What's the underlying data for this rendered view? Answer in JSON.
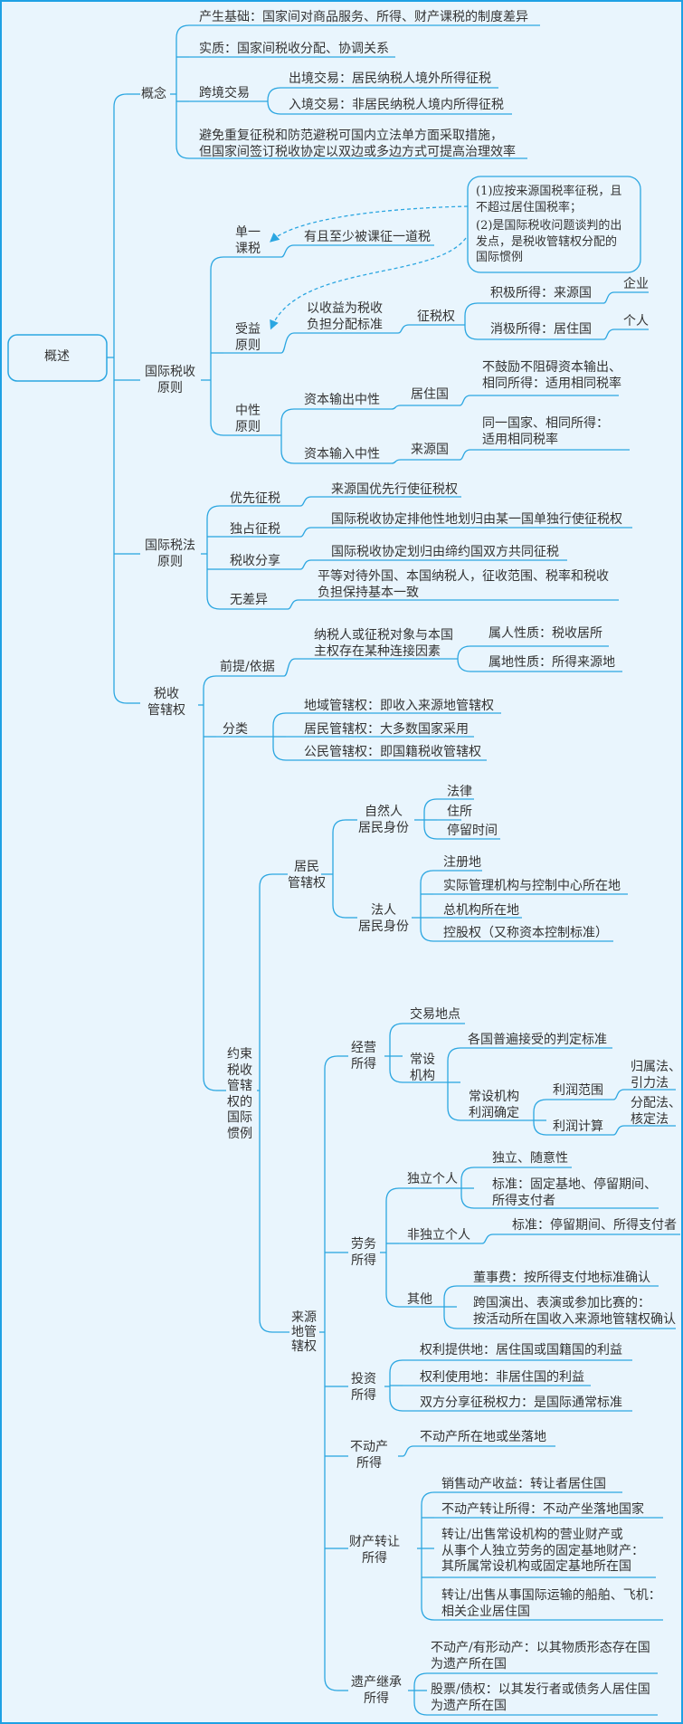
{
  "root": "概述",
  "concept": {
    "label": "概念",
    "basis": "产生基础：国家间对商品服务、所得、财产课税的制度差异",
    "essence": "实质：国家间税收分配、协调关系",
    "cross_border": "跨境交易",
    "outbound": "出境交易：居民纳税人境外所得征税",
    "inbound": "入境交易：非居民纳税人境内所得征税",
    "avoid": "避免重复征税和防范避税可国内立法单方面采取措施，\n但国家间签订税收协定以双边或多边方式可提高治理效率"
  },
  "tax_principles": {
    "label": "国际税收\n原则",
    "single": "单一\n课税",
    "single_desc": "有且至少被课征一道税",
    "benefit": "受益\n原则",
    "benefit_desc": "以收益为税收\n负担分配标准",
    "taxing_right": "征税权",
    "active": "积极所得：来源国",
    "enterprise": "企业",
    "passive": "消极所得：居住国",
    "individual": "个人",
    "neutral": "中性\n原则",
    "cen": "资本输出中性",
    "residence_country": "居住国",
    "cen_desc": "不鼓励不阻碍资本输出、\n相同所得：适用相同税率",
    "cin": "资本输入中性",
    "source_country": "来源国",
    "cin_desc": "同一国家、相同所得：\n适用相同税率",
    "callout_1": "(1)应按来源国税率征税，且\n不超过居住国税率；",
    "callout_2": "(2)是国际税收问题谈判的出\n发点，是税收管辖权分配的\n国际惯例"
  },
  "tax_law_principles": {
    "label": "国际税法\n原则",
    "items": [
      {
        "name": "优先征税",
        "desc": "来源国优先行使征税权"
      },
      {
        "name": "独占征税",
        "desc": "国际税收协定排他性地划归由某一国单独行使征税权"
      },
      {
        "name": "税收分享",
        "desc": "国际税收协定划归由缔约国双方共同征税"
      },
      {
        "name": "无差异",
        "desc": "平等对待外国、本国纳税人，征收范围、税率和税收\n负担保持基本一致"
      }
    ]
  },
  "jurisdiction": {
    "label": "税收\n管辖权",
    "premise": "前提/依据",
    "premise_desc": "纳税人或征税对象与本国\n主权存在某种连接因素",
    "personal": "属人性质：税收居所",
    "territorial": "属地性质：所得来源地",
    "category": "分类",
    "territorial_j": "地域管辖权：即收入来源地管辖权",
    "resident_j": "居民管辖权：大多数国家采用",
    "citizen_j": "公民管辖权：即国籍税收管辖权",
    "conventions": {
      "label": "约束\n税收\n管辖\n权的\n国际\n惯例",
      "residence": {
        "label": "居民\n管辖权",
        "natural": "自然人\n居民身份",
        "natural_items": [
          "法律",
          "住所",
          "停留时间"
        ],
        "legal": "法人\n居民身份",
        "legal_items": [
          "注册地",
          "实际管理机构与控制中心所在地",
          "总机构所在地",
          "控股权（又称资本控制标准）"
        ]
      },
      "source": {
        "label": "来源\n地管\n辖权",
        "business": {
          "label": "经营\n所得",
          "place": "交易地点",
          "pe": "常设\n机构",
          "pe_standard": "各国普遍接受的判定标准",
          "pe_profit": "常设机构\n利润确定",
          "scope": "利润范围",
          "scope_methods": "归属法、\n引力法",
          "calc": "利润计算",
          "calc_methods": "分配法、\n核定法"
        },
        "services": {
          "label": "劳务\n所得",
          "independent": "独立个人",
          "independent_1": "独立、随意性",
          "independent_2": "标准：固定基地、停留期间、\n所得支付者",
          "dependent": "非独立个人",
          "dependent_1": "标准：停留期间、所得支付者",
          "other": "其他",
          "other_1": "董事费：按所得支付地标准确认",
          "other_2": "跨国演出、表演或参加比赛的：\n按活动所在国收入来源地管辖权确认"
        },
        "investment": {
          "label": "投资\n所得",
          "items": [
            "权利提供地：居住国或国籍国的利益",
            "权利使用地：非居住国的利益",
            "双方分享征税权力：是国际通常标准"
          ]
        },
        "real_estate": {
          "label": "不动产\n所得",
          "desc": "不动产所在地或坐落地"
        },
        "transfer": {
          "label": "财产转让\n所得",
          "items": [
            "销售动产收益：转让者居住国",
            "不动产转让所得：不动产坐落地国家",
            "转让/出售常设机构的营业财产或\n从事个人独立劳务的固定基地财产：\n其所属常设机构或固定基地所在国",
            "转让/出售从事国际运输的船舶、飞机：\n相关企业居住国"
          ]
        },
        "inheritance": {
          "label": "遗产继承\n所得",
          "items": [
            "不动产/有形动产：以其物质形态存在国\n为遗产所在国",
            "股票/债权：以其发行者或债务人居住国\n为遗产所在国"
          ]
        }
      }
    }
  },
  "colors": {
    "line": "#2ba6e1",
    "background": "#e9f5fd",
    "text": "#333333"
  }
}
